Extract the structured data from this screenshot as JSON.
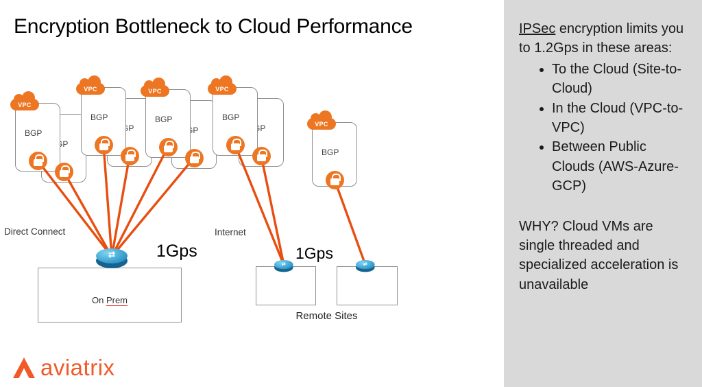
{
  "title": "Encryption Bottleneck to Cloud Performance",
  "sidebar": {
    "ipsec_term": "IPSec",
    "intro_rest": " encryption  limits you to 1.2Gps in these areas:",
    "bullets": [
      "To the Cloud (Site-to-Cloud)",
      "In the Cloud (VPC-to-VPC)",
      "Between Public Clouds (AWS-Azure-GCP)"
    ],
    "why_text": "WHY? Cloud VMs are single threaded and specialized acceleration is unavailable"
  },
  "diagram": {
    "vpc_badge": "VPC",
    "bgp_label": "BGP",
    "direct_connect_label": "Direct Connect",
    "internet_label": "Internet",
    "onprem_bandwidth": "1Gps",
    "remote_bandwidth": "1Gps",
    "on_prem_prefix": "On ",
    "on_prem_word": "Prem",
    "remote_sites_label": "Remote Sites"
  },
  "logo": {
    "brand": "aviatrix"
  },
  "icons": {
    "router_arrows": "⇄"
  },
  "colors": {
    "icon_orange": "#ED7622",
    "line_orange": "#E84E0F",
    "sidebar_gray": "#D9D9D9",
    "router_blue": "#2A94C8",
    "logo_orange": "#F05A28"
  }
}
